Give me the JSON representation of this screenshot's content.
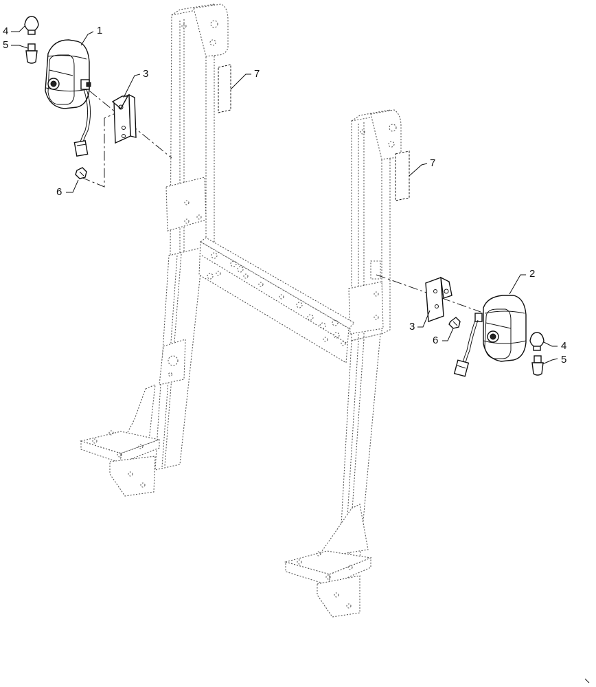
{
  "callouts": [
    {
      "id": "c1",
      "label": "1"
    },
    {
      "id": "c2",
      "label": "2"
    },
    {
      "id": "c3a",
      "label": "3"
    },
    {
      "id": "c3b",
      "label": "3"
    },
    {
      "id": "c4a",
      "label": "4"
    },
    {
      "id": "c4b",
      "label": "4"
    },
    {
      "id": "c5a",
      "label": "5"
    },
    {
      "id": "c5b",
      "label": "5"
    },
    {
      "id": "c6a",
      "label": "6"
    },
    {
      "id": "c6b",
      "label": "6"
    },
    {
      "id": "c7a",
      "label": "7"
    },
    {
      "id": "c7b",
      "label": "7"
    }
  ]
}
